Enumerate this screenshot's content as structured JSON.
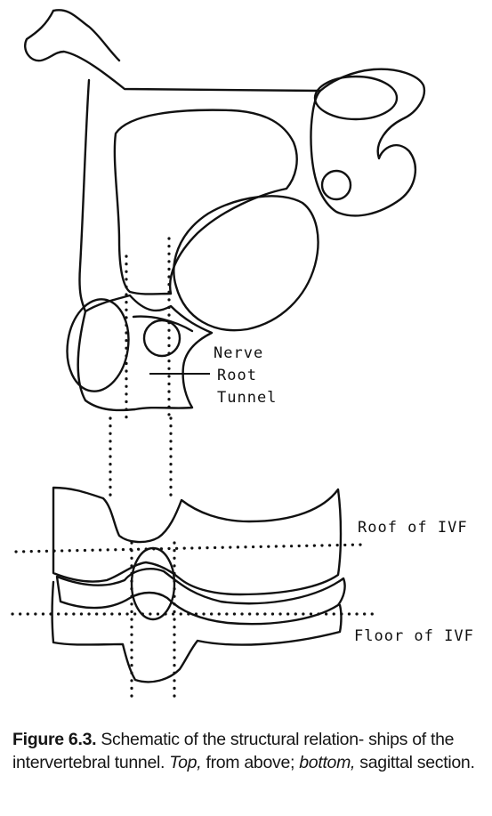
{
  "labels": {
    "nerve_root_tunnel": [
      "Nerve",
      "Root",
      "Tunnel"
    ],
    "roof": "Roof of IVF",
    "floor": "Floor of IVF"
  },
  "caption": {
    "figure_number": "Figure 6.3.",
    "text_1": " Schematic of the structural relation- ships of the intervertebral tunnel. ",
    "top_label": "Top,",
    "text_2": " from above; ",
    "bottom_label": "bottom,",
    "text_3": " sagittal section."
  },
  "colors": {
    "ink": "#111111",
    "paper": "#ffffff"
  }
}
